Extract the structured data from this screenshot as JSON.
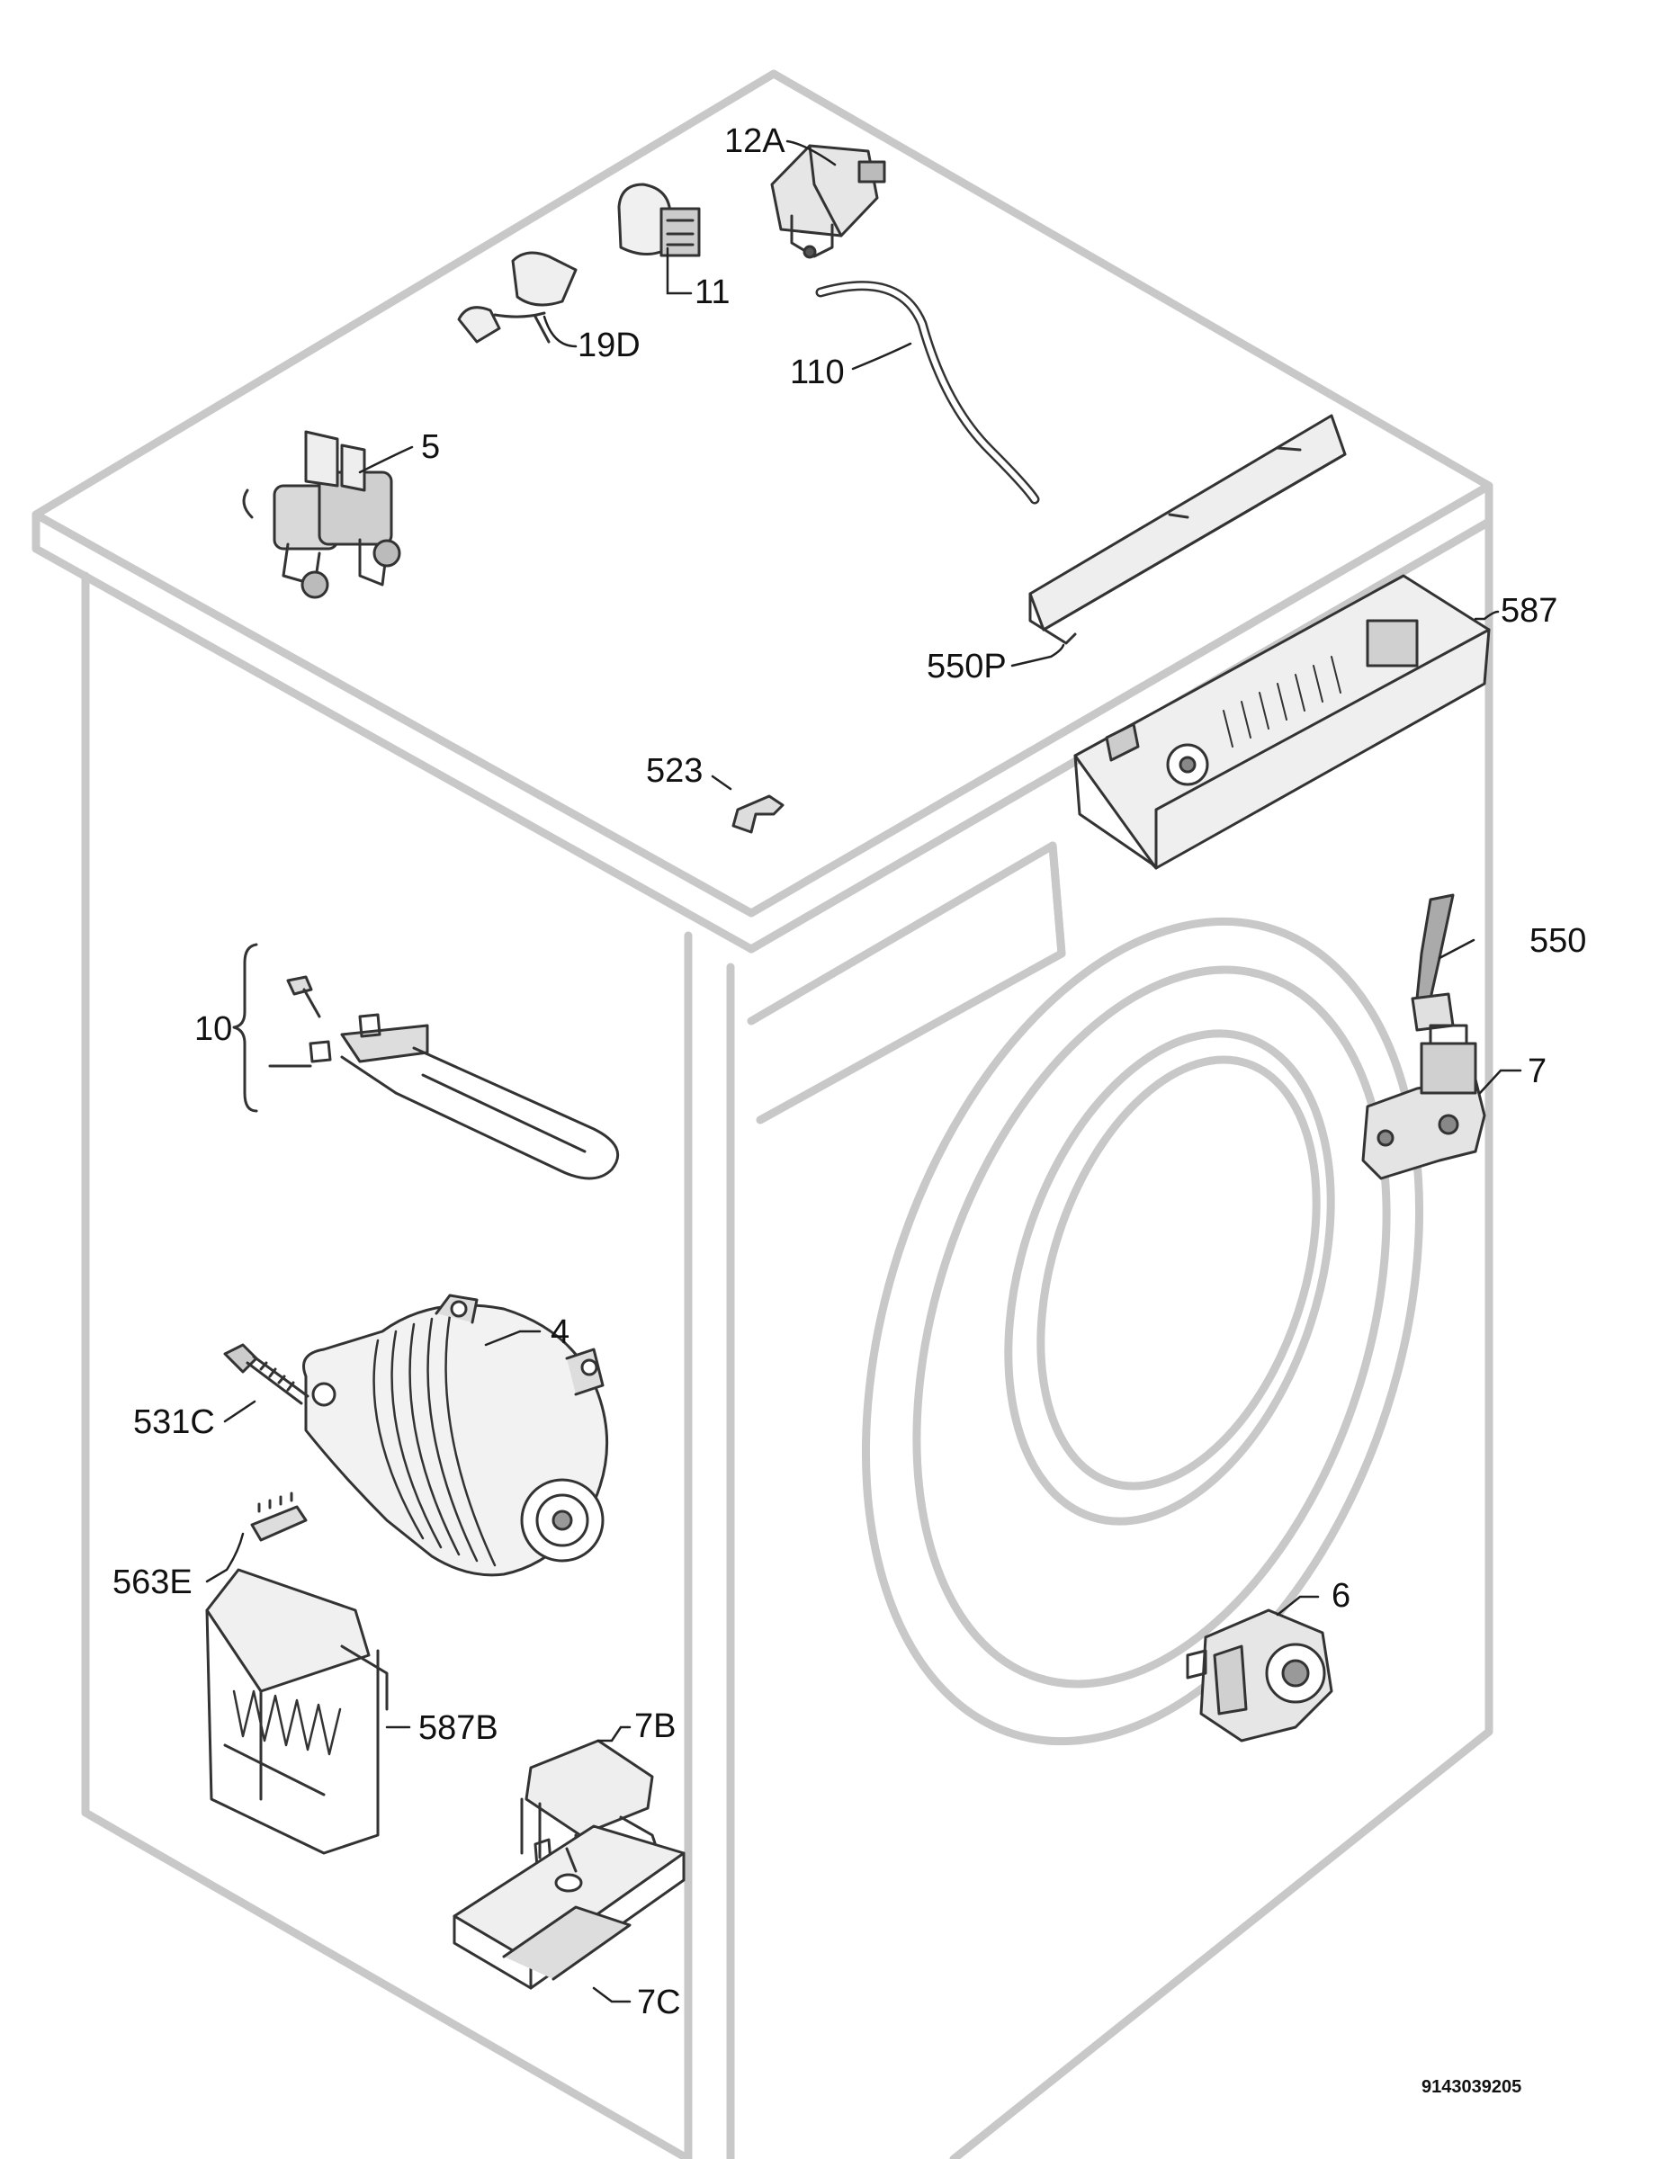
{
  "colors": {
    "cabinet_outline": "#c8c8c8",
    "part_line": "#333333",
    "label_text": "#111111",
    "background": "#ffffff"
  },
  "labels": {
    "p12A": "12A",
    "p11": "11",
    "p19D": "19D",
    "p110": "110",
    "p5": "5",
    "p587": "587",
    "p550P": "550P",
    "p523": "523",
    "p550": "550",
    "p10": "10",
    "p7": "7",
    "p4": "4",
    "p531C": "531C",
    "p563E": "563E",
    "p6": "6",
    "p587B": "587B",
    "p7B": "7B",
    "p7C": "7C"
  },
  "document_number": "9143039205"
}
